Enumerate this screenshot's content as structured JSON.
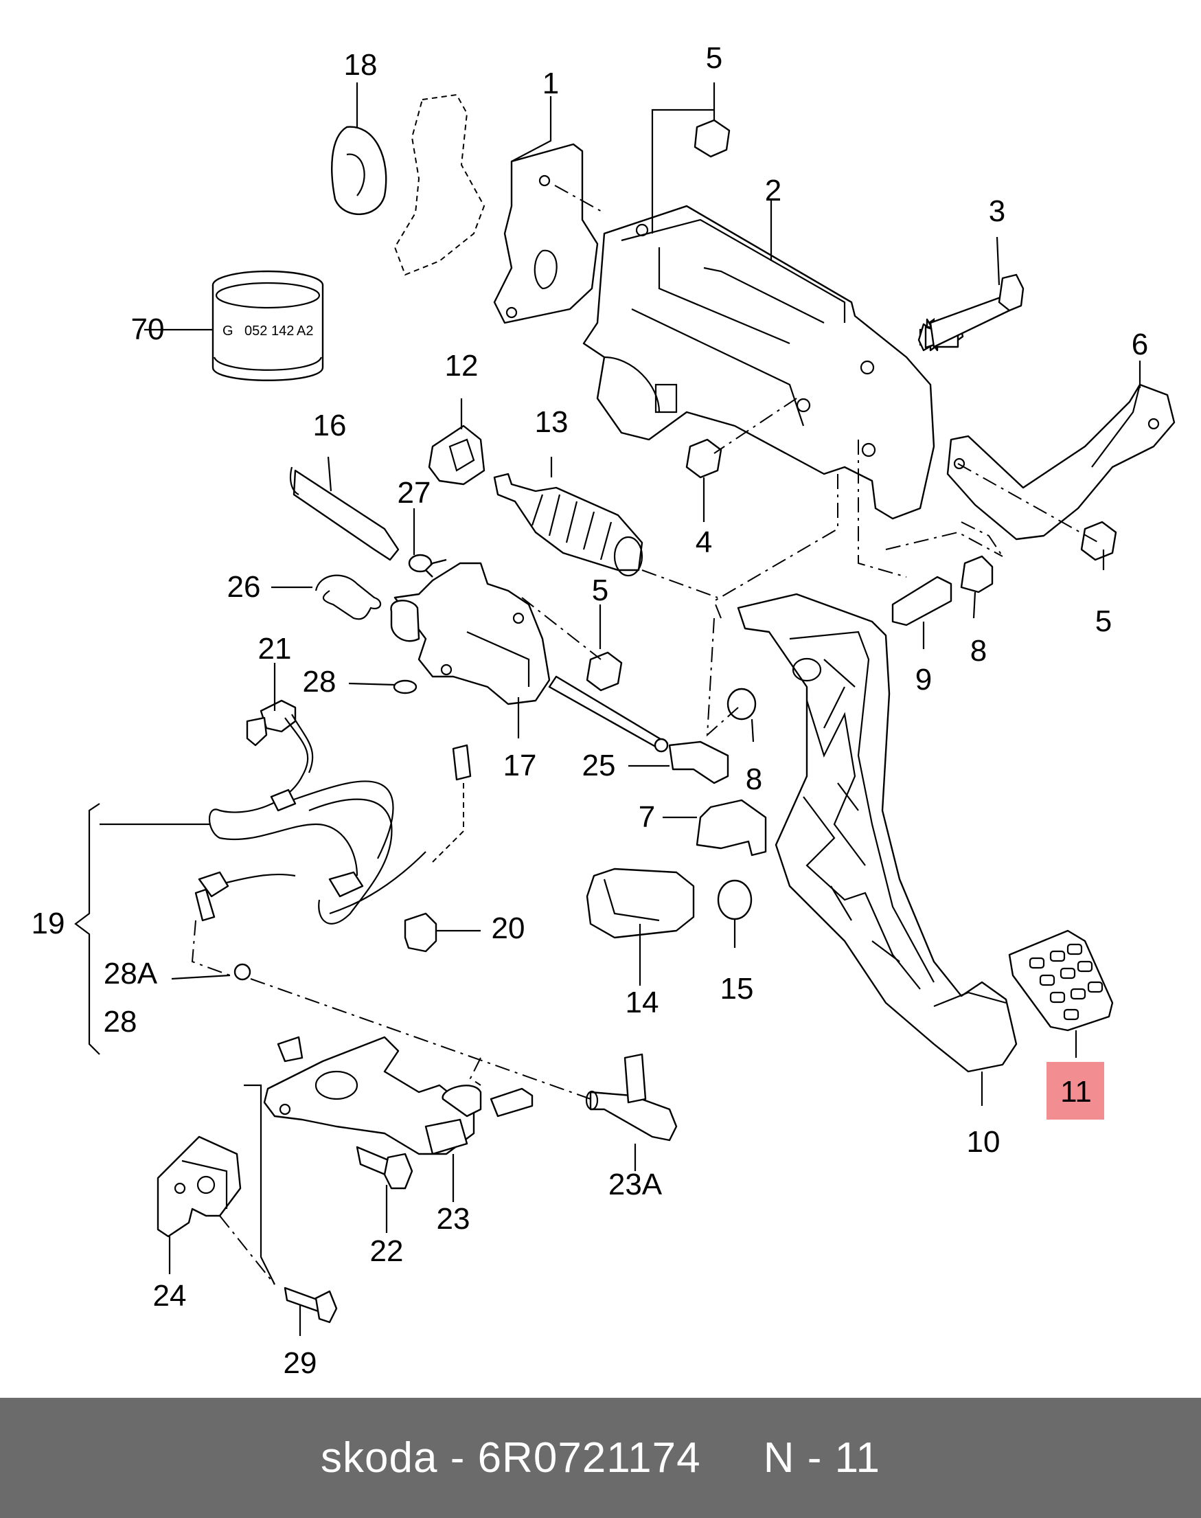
{
  "labels": [
    {
      "text": "18"
    },
    {
      "text": "1"
    },
    {
      "text": "5"
    },
    {
      "text": "2"
    },
    {
      "text": "3"
    },
    {
      "text": "70"
    },
    {
      "text": "6"
    },
    {
      "text": "12"
    },
    {
      "text": "16"
    },
    {
      "text": "13"
    },
    {
      "text": "27"
    },
    {
      "text": "4"
    },
    {
      "text": "5"
    },
    {
      "text": "26"
    },
    {
      "text": "5"
    },
    {
      "text": "21"
    },
    {
      "text": "28"
    },
    {
      "text": "8"
    },
    {
      "text": "9"
    },
    {
      "text": "17"
    },
    {
      "text": "25"
    },
    {
      "text": "8"
    },
    {
      "text": "7"
    },
    {
      "text": "19"
    },
    {
      "text": "20"
    },
    {
      "text": "14"
    },
    {
      "text": "15"
    },
    {
      "text": "28A"
    },
    {
      "text": "28"
    },
    {
      "text": "11"
    },
    {
      "text": "10"
    },
    {
      "text": "23A"
    },
    {
      "text": "23"
    },
    {
      "text": "22"
    },
    {
      "text": "24"
    },
    {
      "text": "29"
    }
  ],
  "ring_marking": {
    "a": "G",
    "b": "052",
    "c": "142",
    "d": "A2"
  },
  "highlight_color": "#f28e92",
  "footer": {
    "brand": "skoda",
    "sep": " - ",
    "part_number": "6R0721174",
    "gap": "     ",
    "position": "N - 11"
  }
}
